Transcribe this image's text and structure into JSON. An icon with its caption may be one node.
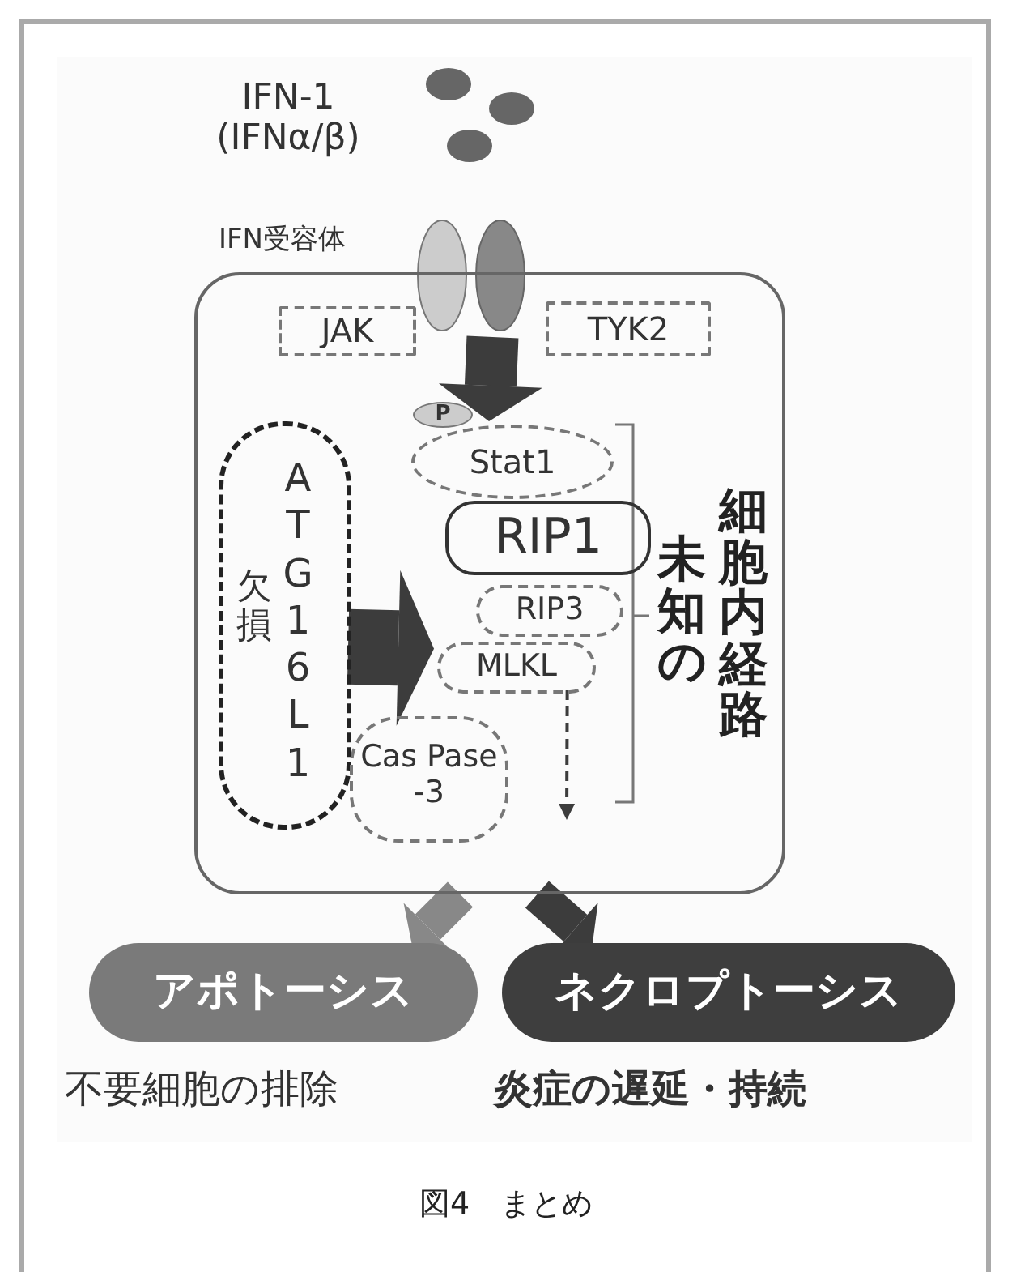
{
  "diagram": {
    "caption": "図4　まとめ",
    "nodes": [
      {
        "text": [
          "IFN受容体"
        ]
      },
      {
        "text": [],
        "shape": "box"
      },
      {
        "text": [
          "JAK"
        ],
        "in": 1
      },
      {
        "text": [
          "TYK2"
        ],
        "in": 1
      },
      {
        "text": [
          "P"
        ],
        "in": 1
      },
      {
        "text": [
          "Stat1"
        ],
        "in": 1
      },
      {
        "text": [
          "欠損",
          "ATG16L1"
        ],
        "in": 1
      },
      {
        "text": [
          "RIP1"
        ],
        "in": 1
      },
      {
        "text": [
          "RIP3"
        ],
        "in": 1
      },
      {
        "text": [
          "MLKL"
        ],
        "in": 1
      },
      {
        "text": [
          "Cas Pase -3"
        ],
        "in": 1
      },
      {
        "text": [
          "アポトーシス"
        ],
        "beside": [
          "不要細胞の排除"
        ]
      },
      {
        "text": [
          "ネクロプトーシス"
        ],
        "beside": [
          "炎症の遅延・持続"
        ]
      }
    ],
    "edges": [
      {
        "from": 0,
        "to": 5,
        "arrow": "to"
      },
      {
        "from": 6,
        "to": 9,
        "arrow": "to",
        "style": "thick"
      },
      {
        "from": 9,
        "to": null,
        "arrow": "to",
        "style": "dashed"
      },
      {
        "from": 1,
        "to": 11,
        "arrow": "to",
        "color": "#888888"
      },
      {
        "from": 1,
        "to": 12,
        "arrow": "to"
      }
    ],
    "labels": [
      "IFN-1 (IFNα/β)",
      "細胞内経路",
      "未知の"
    ]
  }
}
